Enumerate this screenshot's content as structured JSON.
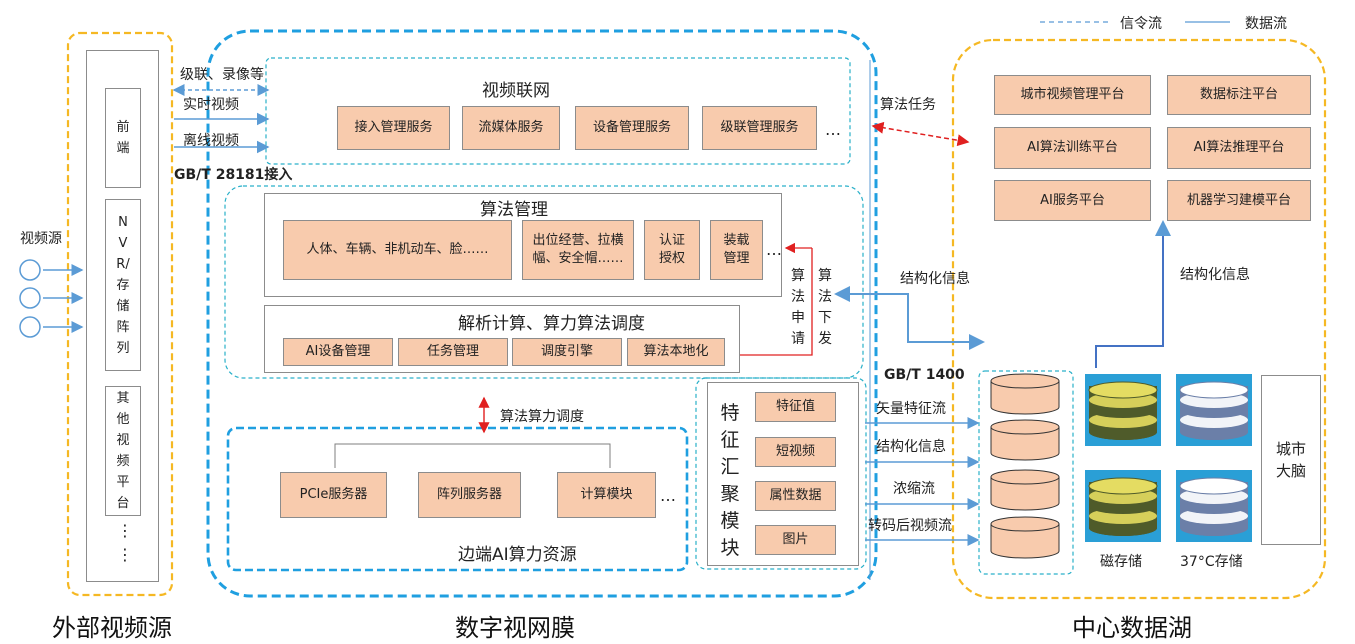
{
  "legend": {
    "signal_flow": "信令流",
    "data_flow": "数据流"
  },
  "external": {
    "caption": "外部视频源",
    "source_label": "视频源",
    "front": "前端",
    "nvr": "NVR/存储阵列",
    "other": "其他视频平台",
    "dots1": "⋮",
    "dots2": "⋮"
  },
  "arrows_left": {
    "cascade": "级联、录像等",
    "realtime": "实时视频",
    "offline": "离线视频",
    "standard": "GB/T 28181接入"
  },
  "retina": {
    "caption": "数字视网膜",
    "video_network": {
      "title": "视频联网",
      "services": [
        "接入管理服务",
        "流媒体服务",
        "设备管理服务",
        "级联管理服务"
      ],
      "more": "…"
    },
    "algo_mgmt": {
      "title": "算法管理",
      "items": [
        "人体、车辆、非机动车、脸……",
        "出位经营、拉横幅、安全帽……",
        "认证授权",
        "装载管理"
      ],
      "more": "…"
    },
    "compute": {
      "title": "解析计算、算力算法调度",
      "items": [
        "AI设备管理",
        "任务管理",
        "调度引擎",
        "算法本地化"
      ]
    },
    "algo_apply": "算法申请",
    "algo_deliver": "算法下发",
    "dispatch": "算法算力调度",
    "edge": {
      "title": "边端AI算力资源",
      "items": [
        "PCIe服务器",
        "阵列服务器",
        "计算模块"
      ],
      "more": "…"
    },
    "feature": {
      "title": "特征汇聚模块",
      "items": [
        "特征值",
        "短视频",
        "属性数据",
        "图片"
      ]
    }
  },
  "middle": {
    "algo_task": "算法任务",
    "struct_info": "结构化信息",
    "gb1400": "GB/T 1400",
    "flows": [
      "矢量特征流",
      "结构化信息",
      "浓缩流",
      "转码后视频流"
    ]
  },
  "lake": {
    "caption": "中心数据湖",
    "platforms": [
      "城市视频管理平台",
      "数据标注平台",
      "AI算法训练平台",
      "AI算法推理平台",
      "AI服务平台",
      "机器学习建模平台"
    ],
    "struct_info": "结构化信息",
    "magnetic": "磁存储",
    "cold": "37°C存储",
    "brain": "城市大脑"
  },
  "colors": {
    "peach": "#f8cbad",
    "blue": "#5b9bd5",
    "orange": "#f5b823",
    "cyan": "#2ab0c9",
    "red": "#e02020"
  }
}
